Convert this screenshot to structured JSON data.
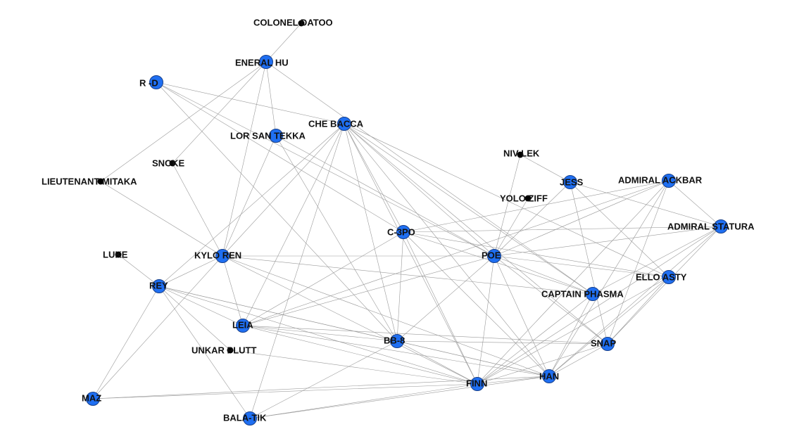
{
  "colors": {
    "node_fill": "#1f6ff2",
    "node_stroke": "#173f8a",
    "minor_node_fill": "#000000",
    "edge": "#9a9a9a",
    "label": "#111111",
    "background": "#ffffff"
  },
  "nodes": [
    {
      "id": "colonel-datoo",
      "label": "COLONEL DATOO",
      "size": "small"
    },
    {
      "id": "general-hux",
      "label": "ENERAL HU",
      "size": "big"
    },
    {
      "id": "r2d2",
      "label": "R -D",
      "size": "big"
    },
    {
      "id": "chewbacca",
      "label": "CHE BACCA",
      "size": "big"
    },
    {
      "id": "lor-san-tekka",
      "label": "LOR SAN TEKKA",
      "size": "big"
    },
    {
      "id": "snoke",
      "label": "SNOKE",
      "size": "small"
    },
    {
      "id": "lieutenant-mitaka",
      "label": "LIEUTENANT MITAKA",
      "size": "small"
    },
    {
      "id": "nines-lek",
      "label": "NIV LEK",
      "size": "small"
    },
    {
      "id": "jess",
      "label": "JESS",
      "size": "big"
    },
    {
      "id": "yolo-ziff",
      "label": "YOLO ZIFF",
      "size": "small"
    },
    {
      "id": "admiral-ackbar",
      "label": "ADMIRAL ACKBAR",
      "size": "big"
    },
    {
      "id": "admiral-statura",
      "label": "ADMIRAL STATURA",
      "size": "big"
    },
    {
      "id": "c3po",
      "label": "C-3PO",
      "size": "big"
    },
    {
      "id": "poe",
      "label": "POE",
      "size": "big"
    },
    {
      "id": "luke",
      "label": "LUKE",
      "size": "small"
    },
    {
      "id": "kylo-ren",
      "label": "KYLO REN",
      "size": "big"
    },
    {
      "id": "rey",
      "label": "REY",
      "size": "big"
    },
    {
      "id": "ello-asty",
      "label": "ELLO ASTY",
      "size": "big"
    },
    {
      "id": "captain-phasma",
      "label": "CAPTAIN PHASMA",
      "size": "big"
    },
    {
      "id": "leia",
      "label": "LEIA",
      "size": "big"
    },
    {
      "id": "bb8",
      "label": "BB-8",
      "size": "big"
    },
    {
      "id": "snap",
      "label": "SNAP",
      "size": "big"
    },
    {
      "id": "unkar-plutt",
      "label": "UNKAR PLUTT",
      "size": "small"
    },
    {
      "id": "han",
      "label": "HAN",
      "size": "big"
    },
    {
      "id": "finn",
      "label": "FINN",
      "size": "big"
    },
    {
      "id": "maz",
      "label": "MAZ",
      "size": "big"
    },
    {
      "id": "bala-tik",
      "label": "BALA-TIK",
      "size": "big"
    }
  ],
  "edges": [
    [
      "colonel-datoo",
      "general-hux"
    ],
    [
      "general-hux",
      "lieutenant-mitaka"
    ],
    [
      "general-hux",
      "snoke"
    ],
    [
      "general-hux",
      "kylo-ren"
    ],
    [
      "general-hux",
      "captain-phasma"
    ],
    [
      "general-hux",
      "lor-san-tekka"
    ],
    [
      "r2d2",
      "chewbacca"
    ],
    [
      "r2d2",
      "poe"
    ],
    [
      "r2d2",
      "bb8"
    ],
    [
      "r2d2",
      "c3po"
    ],
    [
      "chewbacca",
      "kylo-ren"
    ],
    [
      "chewbacca",
      "rey"
    ],
    [
      "chewbacca",
      "leia"
    ],
    [
      "chewbacca",
      "bb8"
    ],
    [
      "chewbacca",
      "finn"
    ],
    [
      "chewbacca",
      "han"
    ],
    [
      "chewbacca",
      "c3po"
    ],
    [
      "chewbacca",
      "poe"
    ],
    [
      "chewbacca",
      "captain-phasma"
    ],
    [
      "chewbacca",
      "snap"
    ],
    [
      "chewbacca",
      "bala-tik"
    ],
    [
      "chewbacca",
      "ello-asty"
    ],
    [
      "lor-san-tekka",
      "kylo-ren"
    ],
    [
      "lor-san-tekka",
      "poe"
    ],
    [
      "lor-san-tekka",
      "bb8"
    ],
    [
      "snoke",
      "kylo-ren"
    ],
    [
      "lieutenant-mitaka",
      "kylo-ren"
    ],
    [
      "luke",
      "rey"
    ],
    [
      "kylo-ren",
      "poe"
    ],
    [
      "kylo-ren",
      "rey"
    ],
    [
      "kylo-ren",
      "finn"
    ],
    [
      "kylo-ren",
      "han"
    ],
    [
      "kylo-ren",
      "captain-phasma"
    ],
    [
      "kylo-ren",
      "maz"
    ],
    [
      "kylo-ren",
      "leia"
    ],
    [
      "rey",
      "bb8"
    ],
    [
      "rey",
      "finn"
    ],
    [
      "rey",
      "han"
    ],
    [
      "rey",
      "maz"
    ],
    [
      "rey",
      "unkar-plutt"
    ],
    [
      "rey",
      "bala-tik"
    ],
    [
      "rey",
      "leia"
    ],
    [
      "nines-lek",
      "poe"
    ],
    [
      "nines-lek",
      "jess"
    ],
    [
      "jess",
      "poe"
    ],
    [
      "jess",
      "snap"
    ],
    [
      "jess",
      "admiral-statura"
    ],
    [
      "jess",
      "ello-asty"
    ],
    [
      "yolo-ziff",
      "poe"
    ],
    [
      "admiral-ackbar",
      "c3po"
    ],
    [
      "admiral-ackbar",
      "poe"
    ],
    [
      "admiral-ackbar",
      "leia"
    ],
    [
      "admiral-ackbar",
      "snap"
    ],
    [
      "admiral-ackbar",
      "han"
    ],
    [
      "admiral-ackbar",
      "finn"
    ],
    [
      "admiral-ackbar",
      "admiral-statura"
    ],
    [
      "admiral-statura",
      "c3po"
    ],
    [
      "admiral-statura",
      "poe"
    ],
    [
      "admiral-statura",
      "snap"
    ],
    [
      "admiral-statura",
      "han"
    ],
    [
      "admiral-statura",
      "captain-phasma"
    ],
    [
      "admiral-statura",
      "finn"
    ],
    [
      "c3po",
      "bb8"
    ],
    [
      "c3po",
      "finn"
    ],
    [
      "c3po",
      "han"
    ],
    [
      "c3po",
      "leia"
    ],
    [
      "c3po",
      "ello-asty"
    ],
    [
      "c3po",
      "captain-phasma"
    ],
    [
      "poe",
      "bb8"
    ],
    [
      "poe",
      "finn"
    ],
    [
      "poe",
      "han"
    ],
    [
      "poe",
      "snap"
    ],
    [
      "poe",
      "captain-phasma"
    ],
    [
      "poe",
      "ello-asty"
    ],
    [
      "poe",
      "leia"
    ],
    [
      "ello-asty",
      "finn"
    ],
    [
      "ello-asty",
      "han"
    ],
    [
      "ello-asty",
      "snap"
    ],
    [
      "captain-phasma",
      "finn"
    ],
    [
      "captain-phasma",
      "han"
    ],
    [
      "leia",
      "finn"
    ],
    [
      "leia",
      "han"
    ],
    [
      "leia",
      "bb8"
    ],
    [
      "leia",
      "snap"
    ],
    [
      "bb8",
      "finn"
    ],
    [
      "bb8",
      "han"
    ],
    [
      "bb8",
      "snap"
    ],
    [
      "bb8",
      "bala-tik"
    ],
    [
      "finn",
      "han"
    ],
    [
      "finn",
      "maz"
    ],
    [
      "finn",
      "bala-tik"
    ],
    [
      "finn",
      "snap"
    ],
    [
      "finn",
      "unkar-plutt"
    ],
    [
      "han",
      "maz"
    ],
    [
      "han",
      "snap"
    ],
    [
      "han",
      "bala-tik"
    ]
  ]
}
